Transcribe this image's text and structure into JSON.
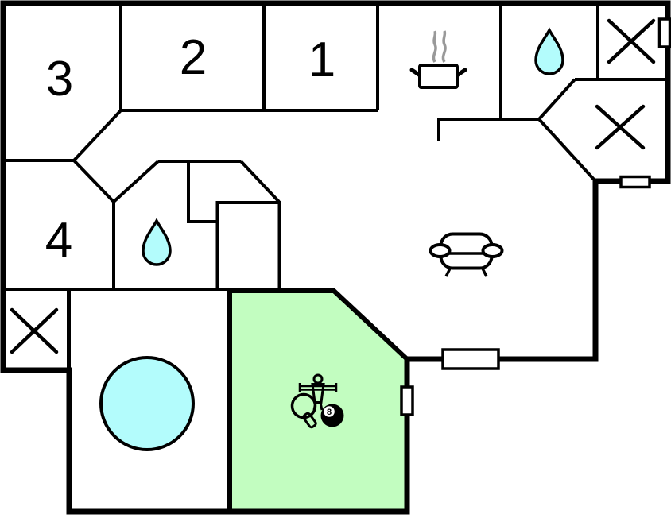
{
  "plan": {
    "name": "vacation-house-floor-plan",
    "rooms": [
      {
        "id": "room-1",
        "label": "1"
      },
      {
        "id": "room-2",
        "label": "2"
      },
      {
        "id": "room-3",
        "label": "3"
      },
      {
        "id": "room-4",
        "label": "4"
      }
    ],
    "activity_room": {
      "eight_ball_label": "8",
      "icons": [
        "table-tennis-paddle",
        "foosball-player",
        "billiards-8-ball"
      ]
    },
    "icons": [
      "stove-pot-icon",
      "steam-icon",
      "water-drop-icon",
      "sofa-icon",
      "whirlpool-icon",
      "x-marker-icon",
      "door-opening"
    ],
    "colors": {
      "wall": "#000000",
      "water": "#b3fcfc",
      "activity_room": "#c2fdc0",
      "steam": "#999999",
      "background": "#ffffff"
    }
  }
}
